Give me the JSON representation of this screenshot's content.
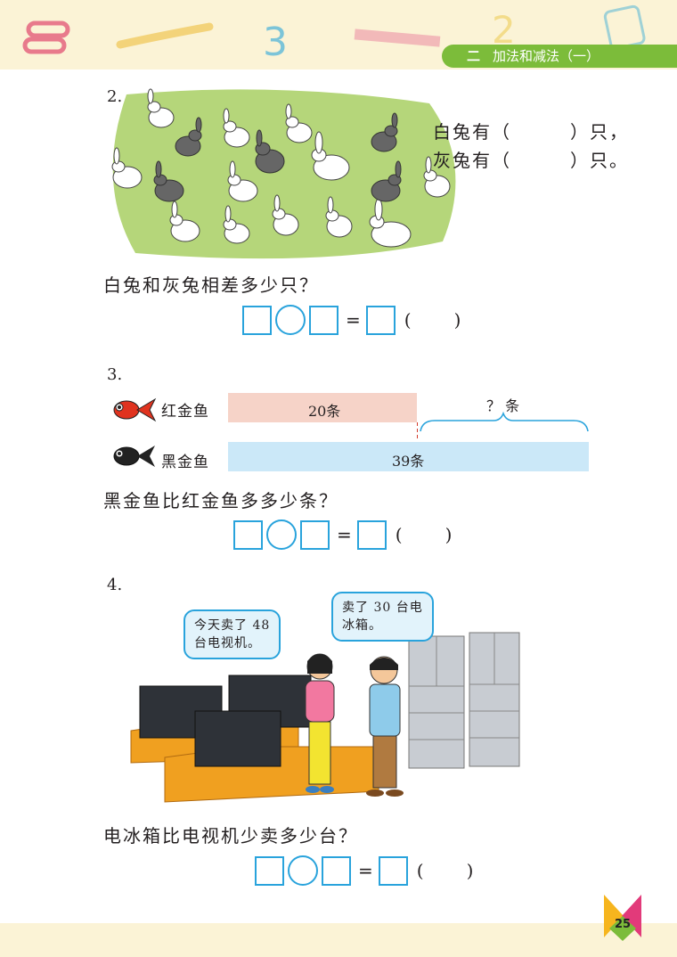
{
  "header": {
    "chapter_number": "二",
    "chapter_title": "加法和减法（一）"
  },
  "page_number": "25",
  "q2": {
    "number": "2.",
    "white_line": "白兔有（　　　）只，",
    "gray_line": "灰兔有（　　　）只。",
    "question": "白兔和灰兔相差多少只？",
    "eq_sign": "=",
    "paren_open": "(",
    "paren_close": ")"
  },
  "q3": {
    "number": "3.",
    "red_fish_label": "红金鱼",
    "black_fish_label": "黑金鱼",
    "red_bar_label": "20条",
    "blue_bar_label": "39条",
    "unknown_label": "？ 条",
    "question": "黑金鱼比红金鱼多多少条？",
    "eq_sign": "=",
    "paren_open": "(",
    "paren_close": ")"
  },
  "q4": {
    "number": "4.",
    "bubble_girl_line1": "今天卖了 48",
    "bubble_girl_line2": "台电视机。",
    "bubble_boy_line1": "卖了 30 台电",
    "bubble_boy_line2": "冰箱。",
    "question": "电冰箱比电视机少卖多少台？",
    "eq_sign": "=",
    "paren_open": "(",
    "paren_close": ")"
  },
  "colors": {
    "accent_green": "#7cbc3a",
    "box_blue": "#29a3dc",
    "header_cream": "#fbf3d6"
  }
}
